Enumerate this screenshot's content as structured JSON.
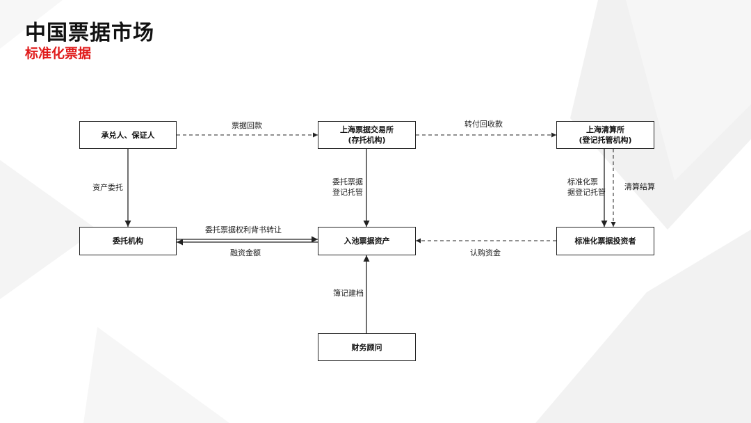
{
  "header": {
    "title": "中国票据市场",
    "subtitle": "标准化票据"
  },
  "nodes": {
    "acceptor": {
      "label": "承兑人、保证人"
    },
    "exchange": {
      "line1": "上海票据交易所",
      "line2": "(存托机构)"
    },
    "clearing": {
      "line1": "上海清算所",
      "line2": "(登记托管机构)"
    },
    "trustee": {
      "label": "委托机构"
    },
    "pool": {
      "label": "入池票据资产"
    },
    "investor": {
      "label": "标准化票据投资者"
    },
    "advisor": {
      "label": "财务顾问"
    }
  },
  "edges": {
    "bill_repayment": "票据回款",
    "transfer_collection": "转付回收款",
    "asset_entrust": "资产委托",
    "entrust_registration": {
      "line1": "委托票据",
      "line2": "登记托管"
    },
    "standardized_bill": {
      "line1": "标准化票",
      "line2": "据登记托管"
    },
    "settlement": "清算结算",
    "rights_transfer": "委托票据权利背书转让",
    "financing_amount": "融资金额",
    "subscription_funds": "认购资金",
    "bookkeeping": "簿记建档"
  },
  "colors": {
    "accent_red": "#e01b1b",
    "line": "#222222"
  }
}
